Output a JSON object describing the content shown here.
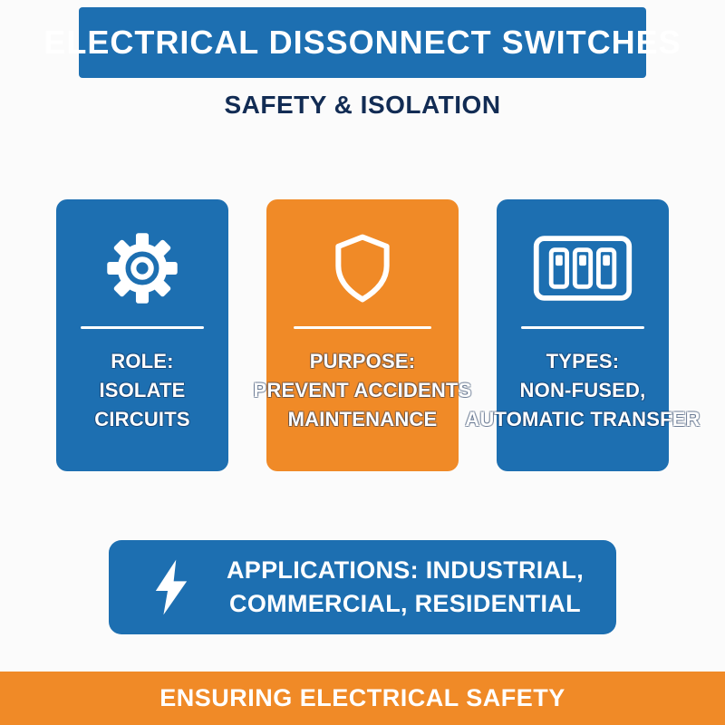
{
  "colors": {
    "blue": "#1d6fb1",
    "orange": "#f08a27",
    "navy": "#122c54",
    "background": "#fbfbfb",
    "icon_white": "#ffffff"
  },
  "header": {
    "title": "ELECTRICAL DISSONNECT SWITCHES"
  },
  "subtitle": {
    "text": "SAFETY & ISOLATION"
  },
  "cards": [
    {
      "icon": "gear-icon",
      "color": "blue",
      "lines": [
        "ROLE:",
        "ISOLATE",
        "CIRCUITS"
      ]
    },
    {
      "icon": "shield-icon",
      "color": "orange",
      "lines": [
        "PURPOSE:",
        "PREVENT ACCIDENTS",
        "MAINTENANCE"
      ]
    },
    {
      "icon": "switch-panel-icon",
      "color": "blue",
      "lines": [
        "TYPES:",
        "NON-FUSED,",
        "AUTOMATIC TRANSFER"
      ]
    }
  ],
  "applications": {
    "icon": "lightning-bolt-icon",
    "lines": [
      "APPLICATIONS: INDUSTRIAL,",
      "COMMERCIAL, RESIDENTIAL"
    ]
  },
  "footer": {
    "text": "ENSURING ELECTRICAL SAFETY"
  }
}
